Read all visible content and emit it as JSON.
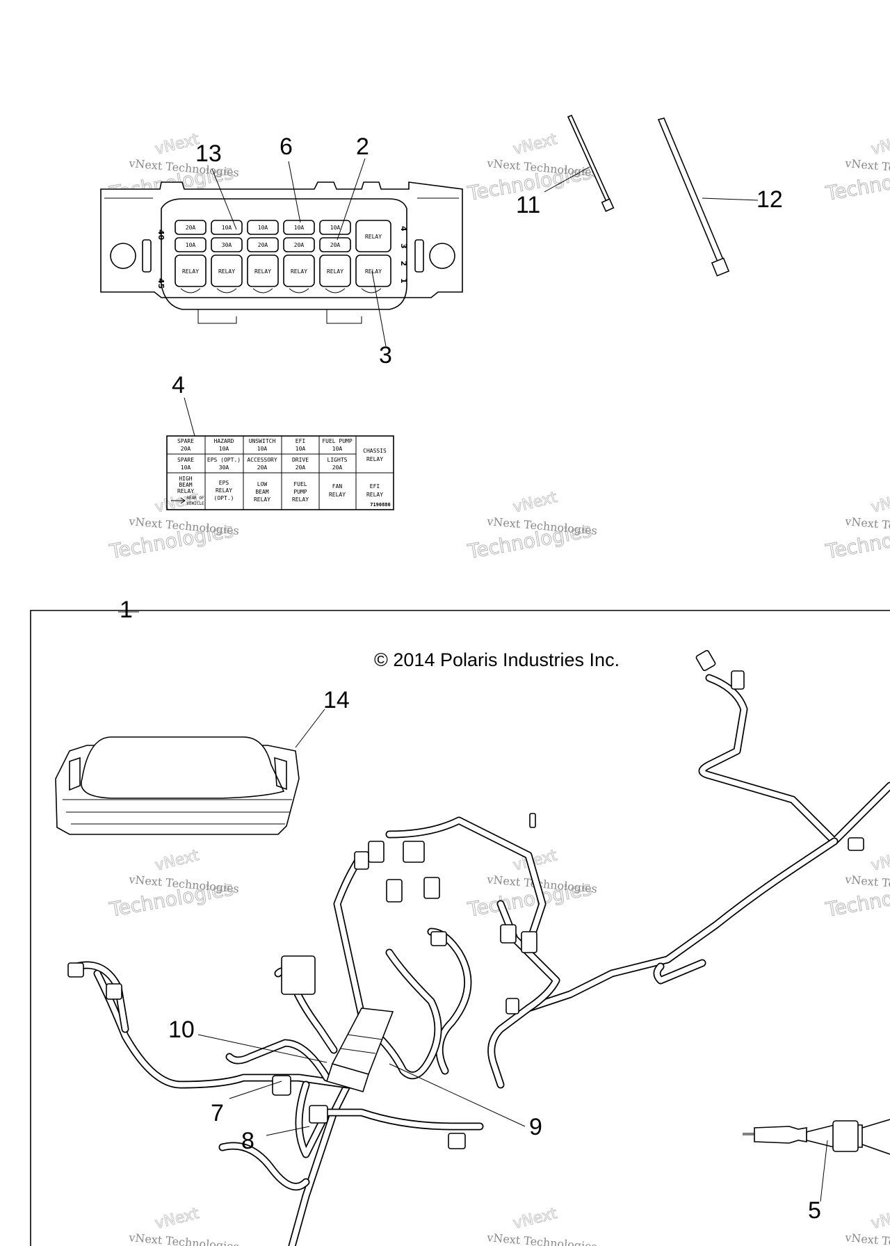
{
  "copyright": "© 2014 Polaris Industries Inc.",
  "watermark": {
    "line1": "vNext Technologies",
    "line2": "Technologies",
    "arc": "vNext"
  },
  "callouts": {
    "c1": "1",
    "c2": "2",
    "c3": "3",
    "c4": "4",
    "c5": "5",
    "c6": "6",
    "c7": "7",
    "c8": "8",
    "c9": "9",
    "c10": "10",
    "c11": "11",
    "c12": "12",
    "c13": "13",
    "c14": "14"
  },
  "fuse_box": {
    "row1": [
      "20A",
      "10A",
      "10A",
      "10A",
      "10A"
    ],
    "row2": [
      "10A",
      "30A",
      "20A",
      "20A",
      "20A"
    ],
    "relay": "RELAY",
    "pins_left": [
      "40",
      "45"
    ],
    "pins_right": [
      "4",
      "3",
      "2",
      "1"
    ]
  },
  "fuse_label": {
    "row1": [
      [
        "SPARE",
        "20A"
      ],
      [
        "HAZARD",
        "10A"
      ],
      [
        "UNSWITCH",
        "10A"
      ],
      [
        "EFI",
        "10A"
      ],
      [
        "FUEL PUMP",
        "10A"
      ]
    ],
    "row2": [
      [
        "SPARE",
        "10A"
      ],
      [
        "EPS (OPT.)",
        "30A"
      ],
      [
        "ACCESSORY",
        "20A"
      ],
      [
        "DRIVE",
        "20A"
      ],
      [
        "LIGHTS",
        "20A"
      ]
    ],
    "chassis": [
      "CHASSIS",
      "RELAY"
    ],
    "row3": [
      [
        "HIGH",
        "BEAM",
        "RELAY"
      ],
      [
        "EPS",
        "RELAY",
        "(OPT.)"
      ],
      [
        "LOW",
        "BEAM",
        "RELAY"
      ],
      [
        "FUEL",
        "PUMP",
        "RELAY"
      ],
      [
        "FAN",
        "RELAY"
      ],
      [
        "EFI",
        "RELAY"
      ]
    ],
    "arrow_note": [
      "REAR OF",
      "VEHICLE"
    ],
    "part_no": "7190880"
  }
}
